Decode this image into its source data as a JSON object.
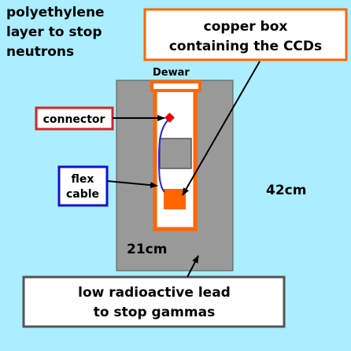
{
  "labels": {
    "polyethylene_line1": "polyethylene",
    "polyethylene_line2": "layer to stop",
    "polyethylene_line3": "neutrons",
    "copper_line1": "copper box",
    "copper_line2": "containing the CCDs",
    "dewar": "Dewar",
    "connector": "connector",
    "flex_line1": "flex",
    "flex_line2": "cable",
    "width_42": "42cm",
    "width_21": "21cm",
    "lead_line1": "low radioactive lead",
    "lead_line2": "to stop gammas"
  },
  "colors": {
    "polyethylene": "#aaeeff",
    "lead": "#999999",
    "copper": "#ff6600",
    "connector_box": "#dd2222",
    "connector_marker": "#ee0000",
    "flex_box": "#1111cc",
    "flex_cable": "#2222dd",
    "lead_box": "#555555",
    "ccd_block": "#999999"
  }
}
